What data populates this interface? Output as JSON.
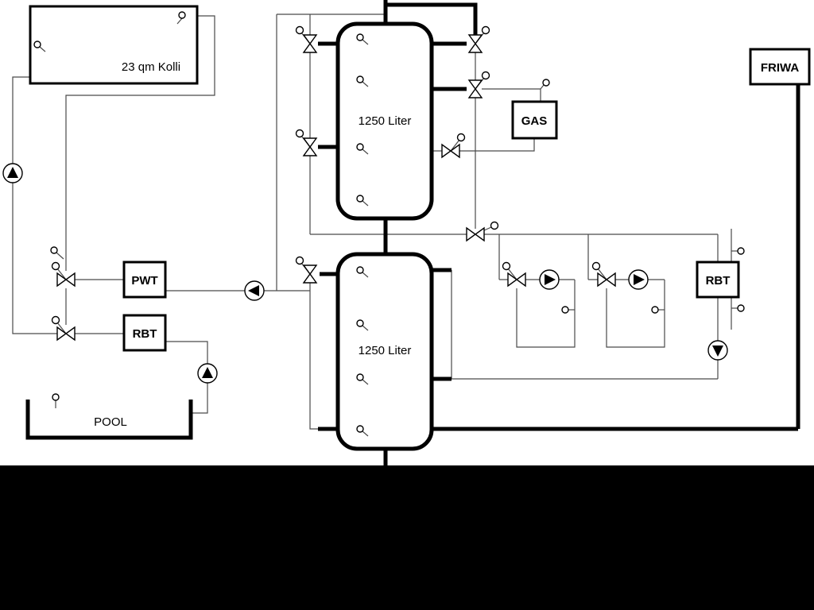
{
  "diagram": {
    "labels": {
      "collector": "23 qm Kolli",
      "tank_top": "1250 Liter",
      "tank_bottom": "1250 Liter",
      "gas": "GAS",
      "friwa": "FRIWA",
      "pwt": "PWT",
      "rbt_left": "RBT",
      "rbt_right": "RBT",
      "pool": "POOL"
    },
    "colors": {
      "line": "#000000",
      "thin_line": "#4a4a4a",
      "background": "#ffffff",
      "footer": "#000000"
    }
  }
}
